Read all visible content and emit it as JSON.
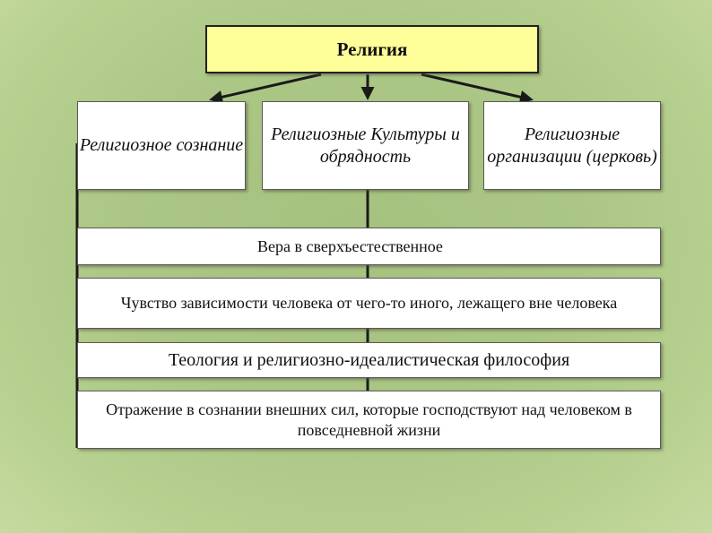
{
  "diagram": {
    "root": {
      "label": "Религия"
    },
    "categories": [
      {
        "label": "Религиозное сознание"
      },
      {
        "label": "Религиозные Культуры и обрядность"
      },
      {
        "label": "Религиозные организации (церковь)"
      }
    ],
    "attributes": [
      {
        "label": "Вера в сверхъестественное"
      },
      {
        "label": "Чувство зависимости человека от чего-то иного, лежащего вне человека"
      },
      {
        "label": "Теология и религиозно-идеалистическая философия"
      },
      {
        "label": "Отражение в сознании внешних сил, которые господствуют над человеком в повседневной жизни"
      }
    ]
  },
  "colors": {
    "background": "#b5cf8f",
    "root_fill": "#ffff99",
    "box_fill": "#ffffff",
    "connector": "#1a1a1a"
  }
}
